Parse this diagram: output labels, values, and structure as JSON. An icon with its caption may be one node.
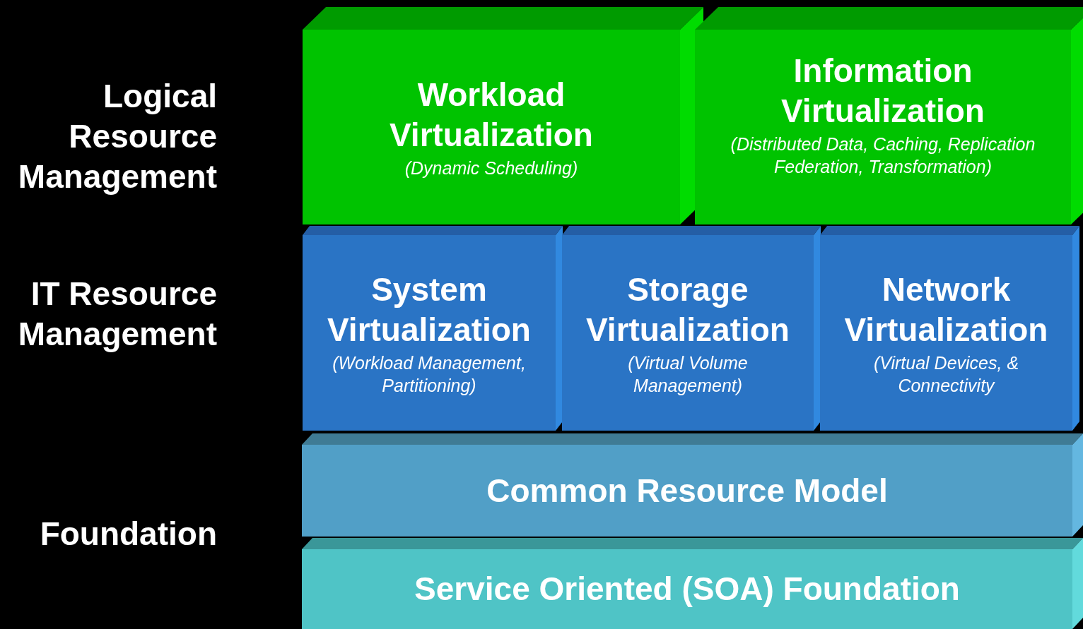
{
  "diagram": {
    "nodes": [
      {
        "text": [
          "Workload Virtualization",
          "(Dynamic Scheduling)"
        ]
      },
      {
        "text": [
          "Information Virtualization",
          "(Distributed Data, Caching, Replication Federation, Transformation)"
        ]
      },
      {
        "text": [
          "System Virtualization",
          "(Workload Management, Partitioning)"
        ]
      },
      {
        "text": [
          "Storage Virtualization",
          "(Virtual Volume Management)"
        ]
      },
      {
        "text": [
          "Network Virtualization",
          "(Virtual Devices, & Connectivity"
        ]
      },
      {
        "text": [
          "Common Resource Model"
        ]
      },
      {
        "text": [
          "Service Oriented (SOA) Foundation"
        ]
      }
    ],
    "edges": [],
    "labels": [
      "Logical Resource Management",
      "IT Resource Management",
      "Foundation"
    ]
  }
}
